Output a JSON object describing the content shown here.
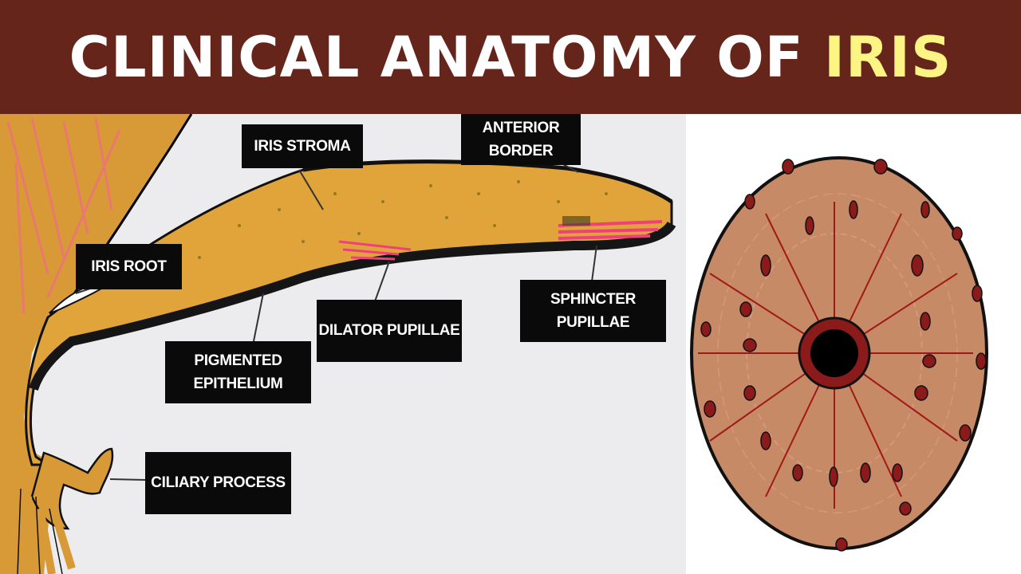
{
  "title": {
    "prefix": "CLINICAL ANATOMY OF",
    "highlight": "IRIS",
    "bar_color": "#65251a",
    "highlight_color": "#fcf584"
  },
  "labels": {
    "iris_stroma": "IRIS STROMA",
    "anterior_border": {
      "line1": "ANTERIOR",
      "line2": "BORDER"
    },
    "iris_root": "IRIS ROOT",
    "dilator_pupillae": "DILATOR PUPILLAE",
    "sphincter_pupillae": {
      "line1": "SPHINCTER",
      "line2": "PUPILLAE"
    },
    "pigmented_epithelium": {
      "line1": "PIGMENTED",
      "line2": "EPITHELIUM"
    },
    "ciliary_process": "CILIARY PROCESS"
  },
  "colors": {
    "iris_tissue": "#e0a43a",
    "pigment": "#1a1a1a",
    "muscle": "#f0407a",
    "iris_disc": "#c68a66",
    "crypt": "#8b1a1a",
    "pupil": "#000000"
  },
  "icons": [
    "arrow-icon"
  ]
}
